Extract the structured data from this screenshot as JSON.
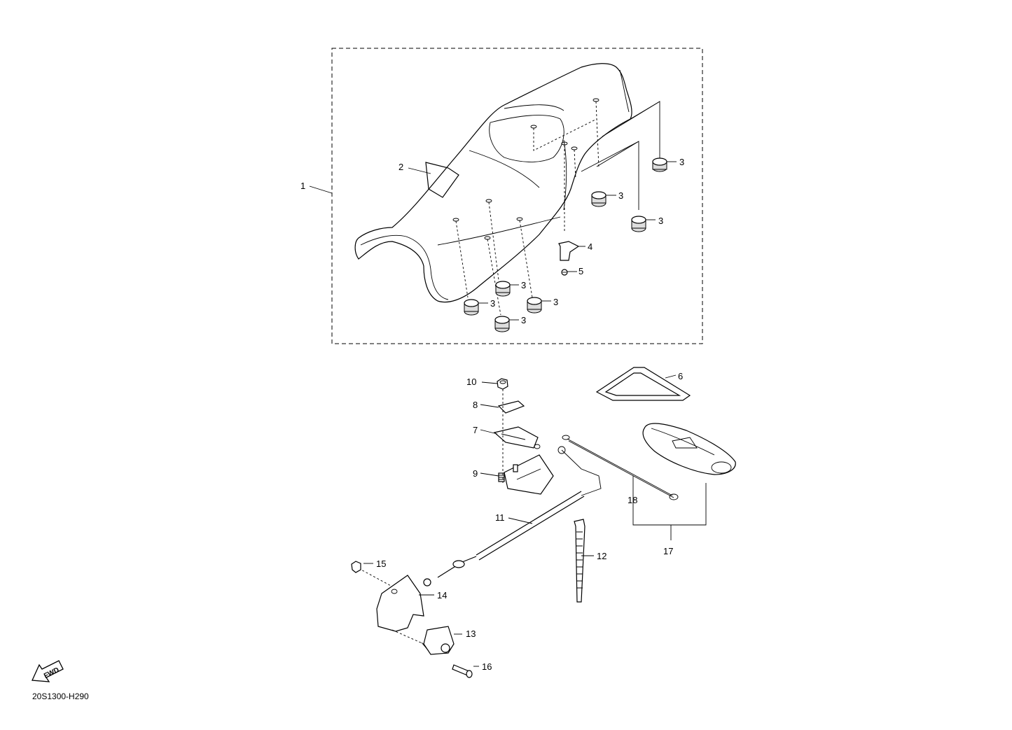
{
  "diagram": {
    "code": "20S1300-H290",
    "fwd_label": "FWD",
    "callouts": {
      "c1": "1",
      "c2": "2",
      "c3": "3",
      "c4": "4",
      "c5": "5",
      "c6": "6",
      "c7": "7",
      "c8": "8",
      "c9": "9",
      "c10": "10",
      "c11": "11",
      "c12": "12",
      "c13": "13",
      "c14": "14",
      "c15": "15",
      "c16": "16",
      "c17": "17",
      "c18": "18"
    }
  }
}
